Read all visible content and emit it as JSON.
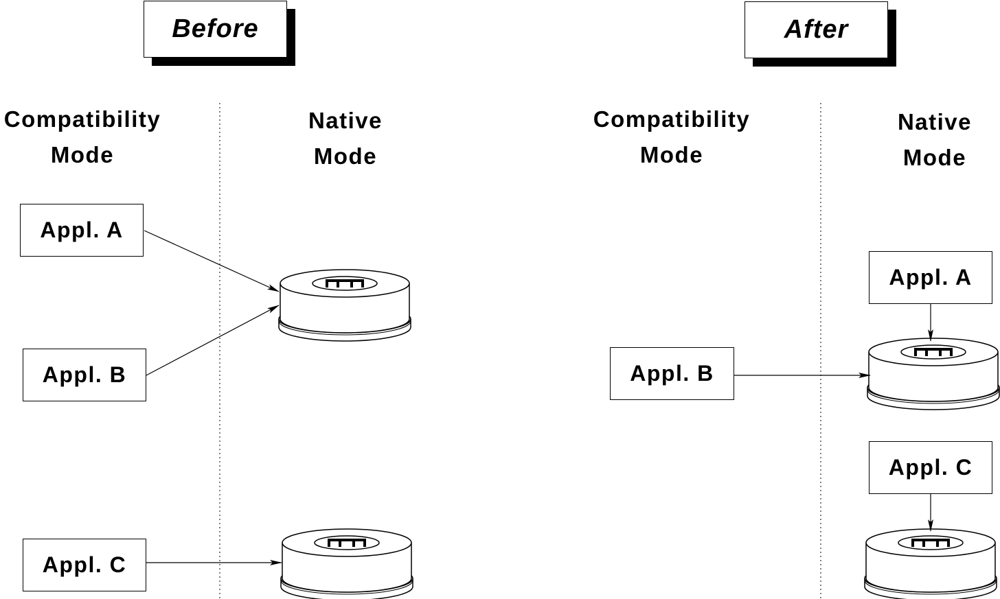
{
  "before": {
    "title": "Before",
    "compat_label": [
      "Compatibility",
      "Mode"
    ],
    "native_label": [
      "Native",
      "Mode"
    ],
    "apps": [
      "Appl. A",
      "Appl. B",
      "Appl. C"
    ]
  },
  "after": {
    "title": "After",
    "compat_label": [
      "Compatibility",
      "Mode"
    ],
    "native_label": [
      "Native",
      "Mode"
    ],
    "apps": [
      "Appl. A",
      "Appl. B",
      "Appl. C"
    ]
  },
  "icons": {
    "disk": "disk-pack-icon"
  },
  "colors": {
    "line": "#000000",
    "background": "#ffffff"
  }
}
